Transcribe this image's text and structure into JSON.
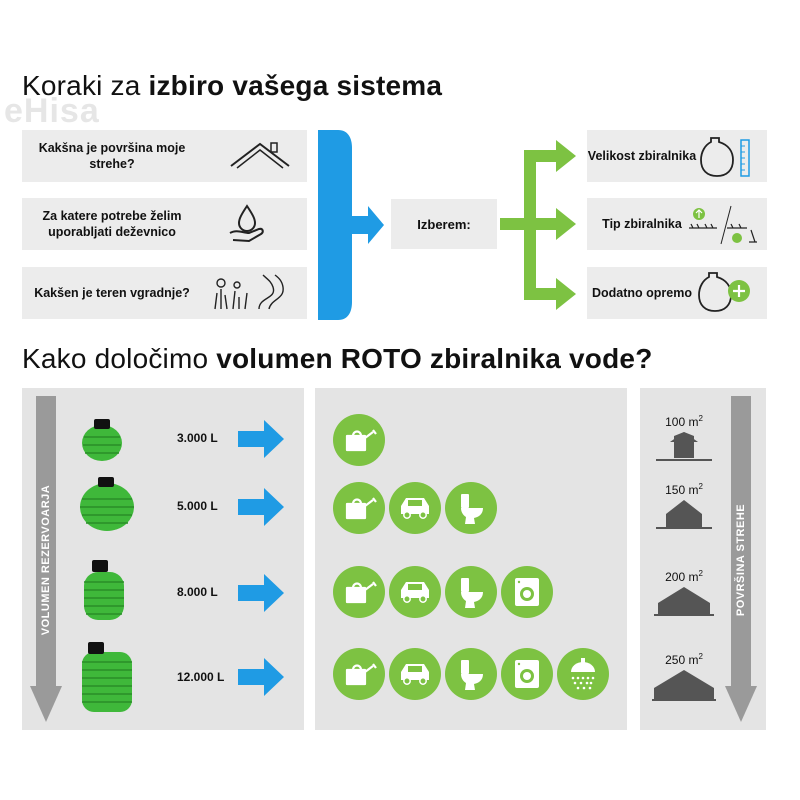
{
  "watermark": "eHisa",
  "section1": {
    "title_light": "Koraki za ",
    "title_bold": "izbiro vašega sistema",
    "questions": [
      {
        "text": "Kakšna je površina moje strehe?",
        "icon": "roof-icon"
      },
      {
        "text": "Za katere potrebe želim uporabljati deževnico",
        "icon": "water-hand-icon"
      },
      {
        "text": "Kakšen je teren vgradnje?",
        "icon": "terrain-icon"
      }
    ],
    "middle_label": "Izberem:",
    "outcomes": [
      {
        "text": "Velikost zbiralnika",
        "icon": "tank-size-icon"
      },
      {
        "text": "Tip zbiralnika",
        "icon": "tank-type-icon"
      },
      {
        "text": "Dodatno opremo",
        "icon": "tank-plus-icon"
      }
    ]
  },
  "section2": {
    "title_light": "Kako določimo ",
    "title_bold": "volumen ROTO zbiralnika vode?",
    "left_axis_label": "VOLUMEN REZERVOARJA",
    "right_axis_label": "POVRŠINA STREHE",
    "rows": [
      {
        "volume": "3.000 L",
        "uses": [
          "watering-can-icon"
        ],
        "area": "100 m",
        "area_sup": "2"
      },
      {
        "volume": "5.000 L",
        "uses": [
          "watering-can-icon",
          "car-icon",
          "toilet-icon"
        ],
        "area": "150 m",
        "area_sup": "2"
      },
      {
        "volume": "8.000 L",
        "uses": [
          "watering-can-icon",
          "car-icon",
          "toilet-icon",
          "washing-machine-icon"
        ],
        "area": "200 m",
        "area_sup": "2"
      },
      {
        "volume": "12.000 L",
        "uses": [
          "watering-can-icon",
          "car-icon",
          "toilet-icon",
          "washing-machine-icon",
          "shower-icon"
        ],
        "area": "250 m",
        "area_sup": "2"
      }
    ]
  },
  "colors": {
    "green": "#7dc242",
    "blue": "#1f9be4",
    "grey_panel": "#e4e4e4",
    "grey_box": "#ececec",
    "dark_grey": "#555555",
    "arrow_grey": "#9a9a9a"
  }
}
